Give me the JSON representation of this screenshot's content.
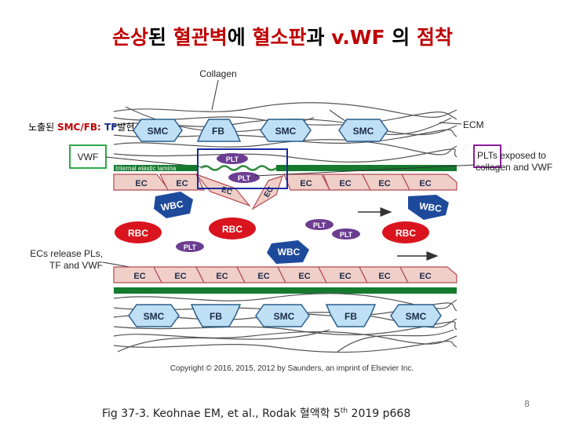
{
  "title": {
    "parts": [
      "손상",
      "된 ",
      "혈관벽",
      "에 ",
      "혈소판",
      "과 ",
      "v.WF",
      " 의 ",
      "점착"
    ]
  },
  "exposed_label": {
    "p1": "노출된 ",
    "p2": "SMC/FB: ",
    "p3": "TF",
    "p4": "발현"
  },
  "diagram": {
    "collagen": "Collagen",
    "ecm": "ECM",
    "vwf": "VWF",
    "iel": "Internal elastic lamina",
    "plts_exposed_1": "PLTs exposed to",
    "plts_exposed_2": "collagen and VWF",
    "ecs_release_1": "ECs release PLs,",
    "ecs_release_2": "TF and VWF",
    "smc": "SMC",
    "fb": "FB",
    "ec": "EC",
    "wbc": "WBC",
    "rbc": "RBC",
    "plt": "PLT",
    "copyright": "Copyright © 2016, 2015, 2012 by Saunders, an imprint of Elsevier Inc."
  },
  "caption": {
    "pre": "Fig 37-3. Keohnae EM, et al., Rodak 혈액학 5",
    "sup": "th",
    "post": " 2019 p668"
  },
  "page_number": "8",
  "colors": {
    "smc_fill": "#bfe0f4",
    "smc_stroke": "#2a5d8c",
    "ec_fill": "#f0cfc8",
    "ec_stroke": "#b24a52",
    "wbc_fill": "#1e4a9c",
    "rbc_fill": "#d9141e",
    "plt_fill": "#6b3d91",
    "iel_green": "#157a2e",
    "highlight_green": "#2ea84a",
    "highlight_blue": "#1a2aa0",
    "highlight_purple": "#8a1c9c",
    "title_red": "#c00000"
  }
}
